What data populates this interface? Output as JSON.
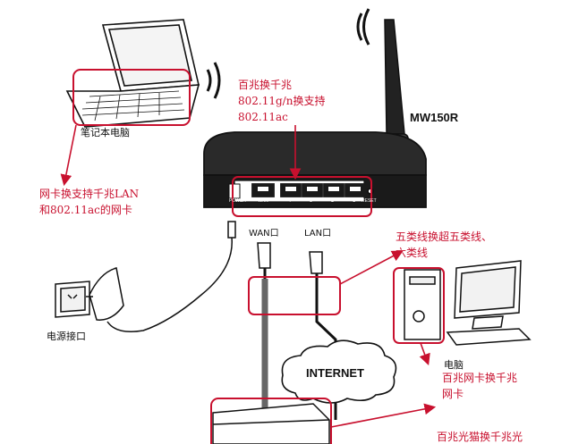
{
  "colors": {
    "annotation": "#c8102e",
    "line": "#111111",
    "background": "#ffffff"
  },
  "router": {
    "model": "MW150R",
    "wan_label": "WAN口",
    "lan_label": "LAN口",
    "power_label": "POWER",
    "reset_label": "RESET",
    "port_numbers": [
      "WAN",
      "4",
      "3",
      "2",
      "1"
    ]
  },
  "laptop": {
    "label": "笔记本电脑"
  },
  "desktop": {
    "label": "电脑"
  },
  "power_socket": {
    "label": "电源接口"
  },
  "internet": {
    "label": "INTERNET"
  },
  "annotations": {
    "router_wifi": [
      "百兆换千兆",
      "802.11g/n换支持",
      "802.11ac"
    ],
    "laptop_card": [
      "网卡换支持千兆LAN",
      "和802.11ac的网卡"
    ],
    "cable": [
      "五类线换超五类线、",
      "六类线"
    ],
    "pc_card": [
      "百兆网卡换千兆",
      "网卡"
    ],
    "modem": [
      "百兆光猫换千兆光"
    ]
  },
  "icons": [
    "wifi-waves-icon",
    "antenna-icon",
    "rj45-plug-icon",
    "power-adapter-icon",
    "cloud-icon"
  ]
}
